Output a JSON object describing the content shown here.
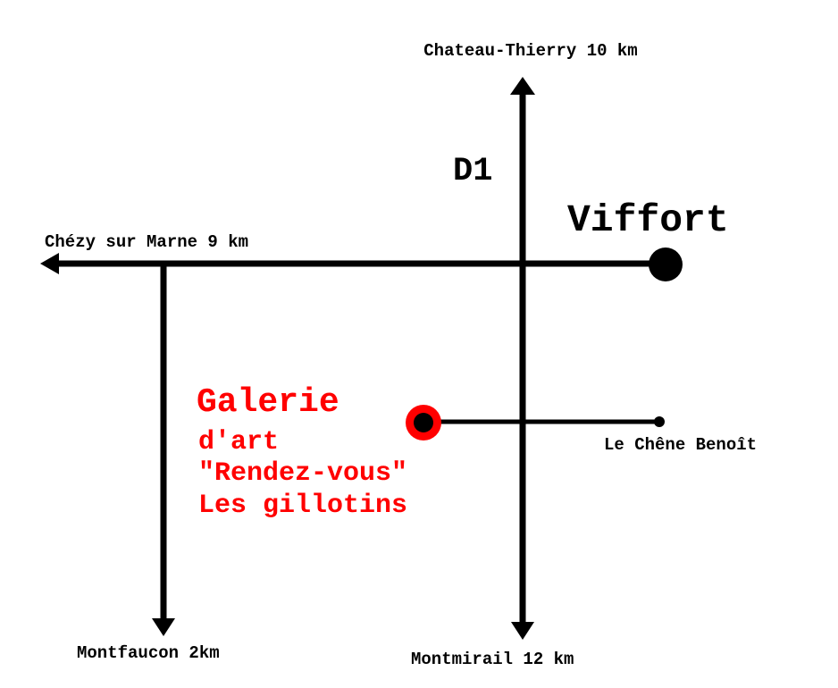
{
  "colors": {
    "road": "#000000",
    "gallery": "#ff0000",
    "background": "#ffffff"
  },
  "labels": {
    "north": "Chateau-Thierry 10 km",
    "west": "Chézy sur Marne 9 km",
    "south_left": "Montfaucon 2km",
    "south_right": "Montmirail 12 km",
    "east_small": "Le Chêne Benoît",
    "route": "D1",
    "village": "Viffort"
  },
  "gallery": {
    "line1": "Galerie",
    "line2": "d'art",
    "line3": "\"Rendez-vous\"",
    "line4": "Les gillotins"
  }
}
